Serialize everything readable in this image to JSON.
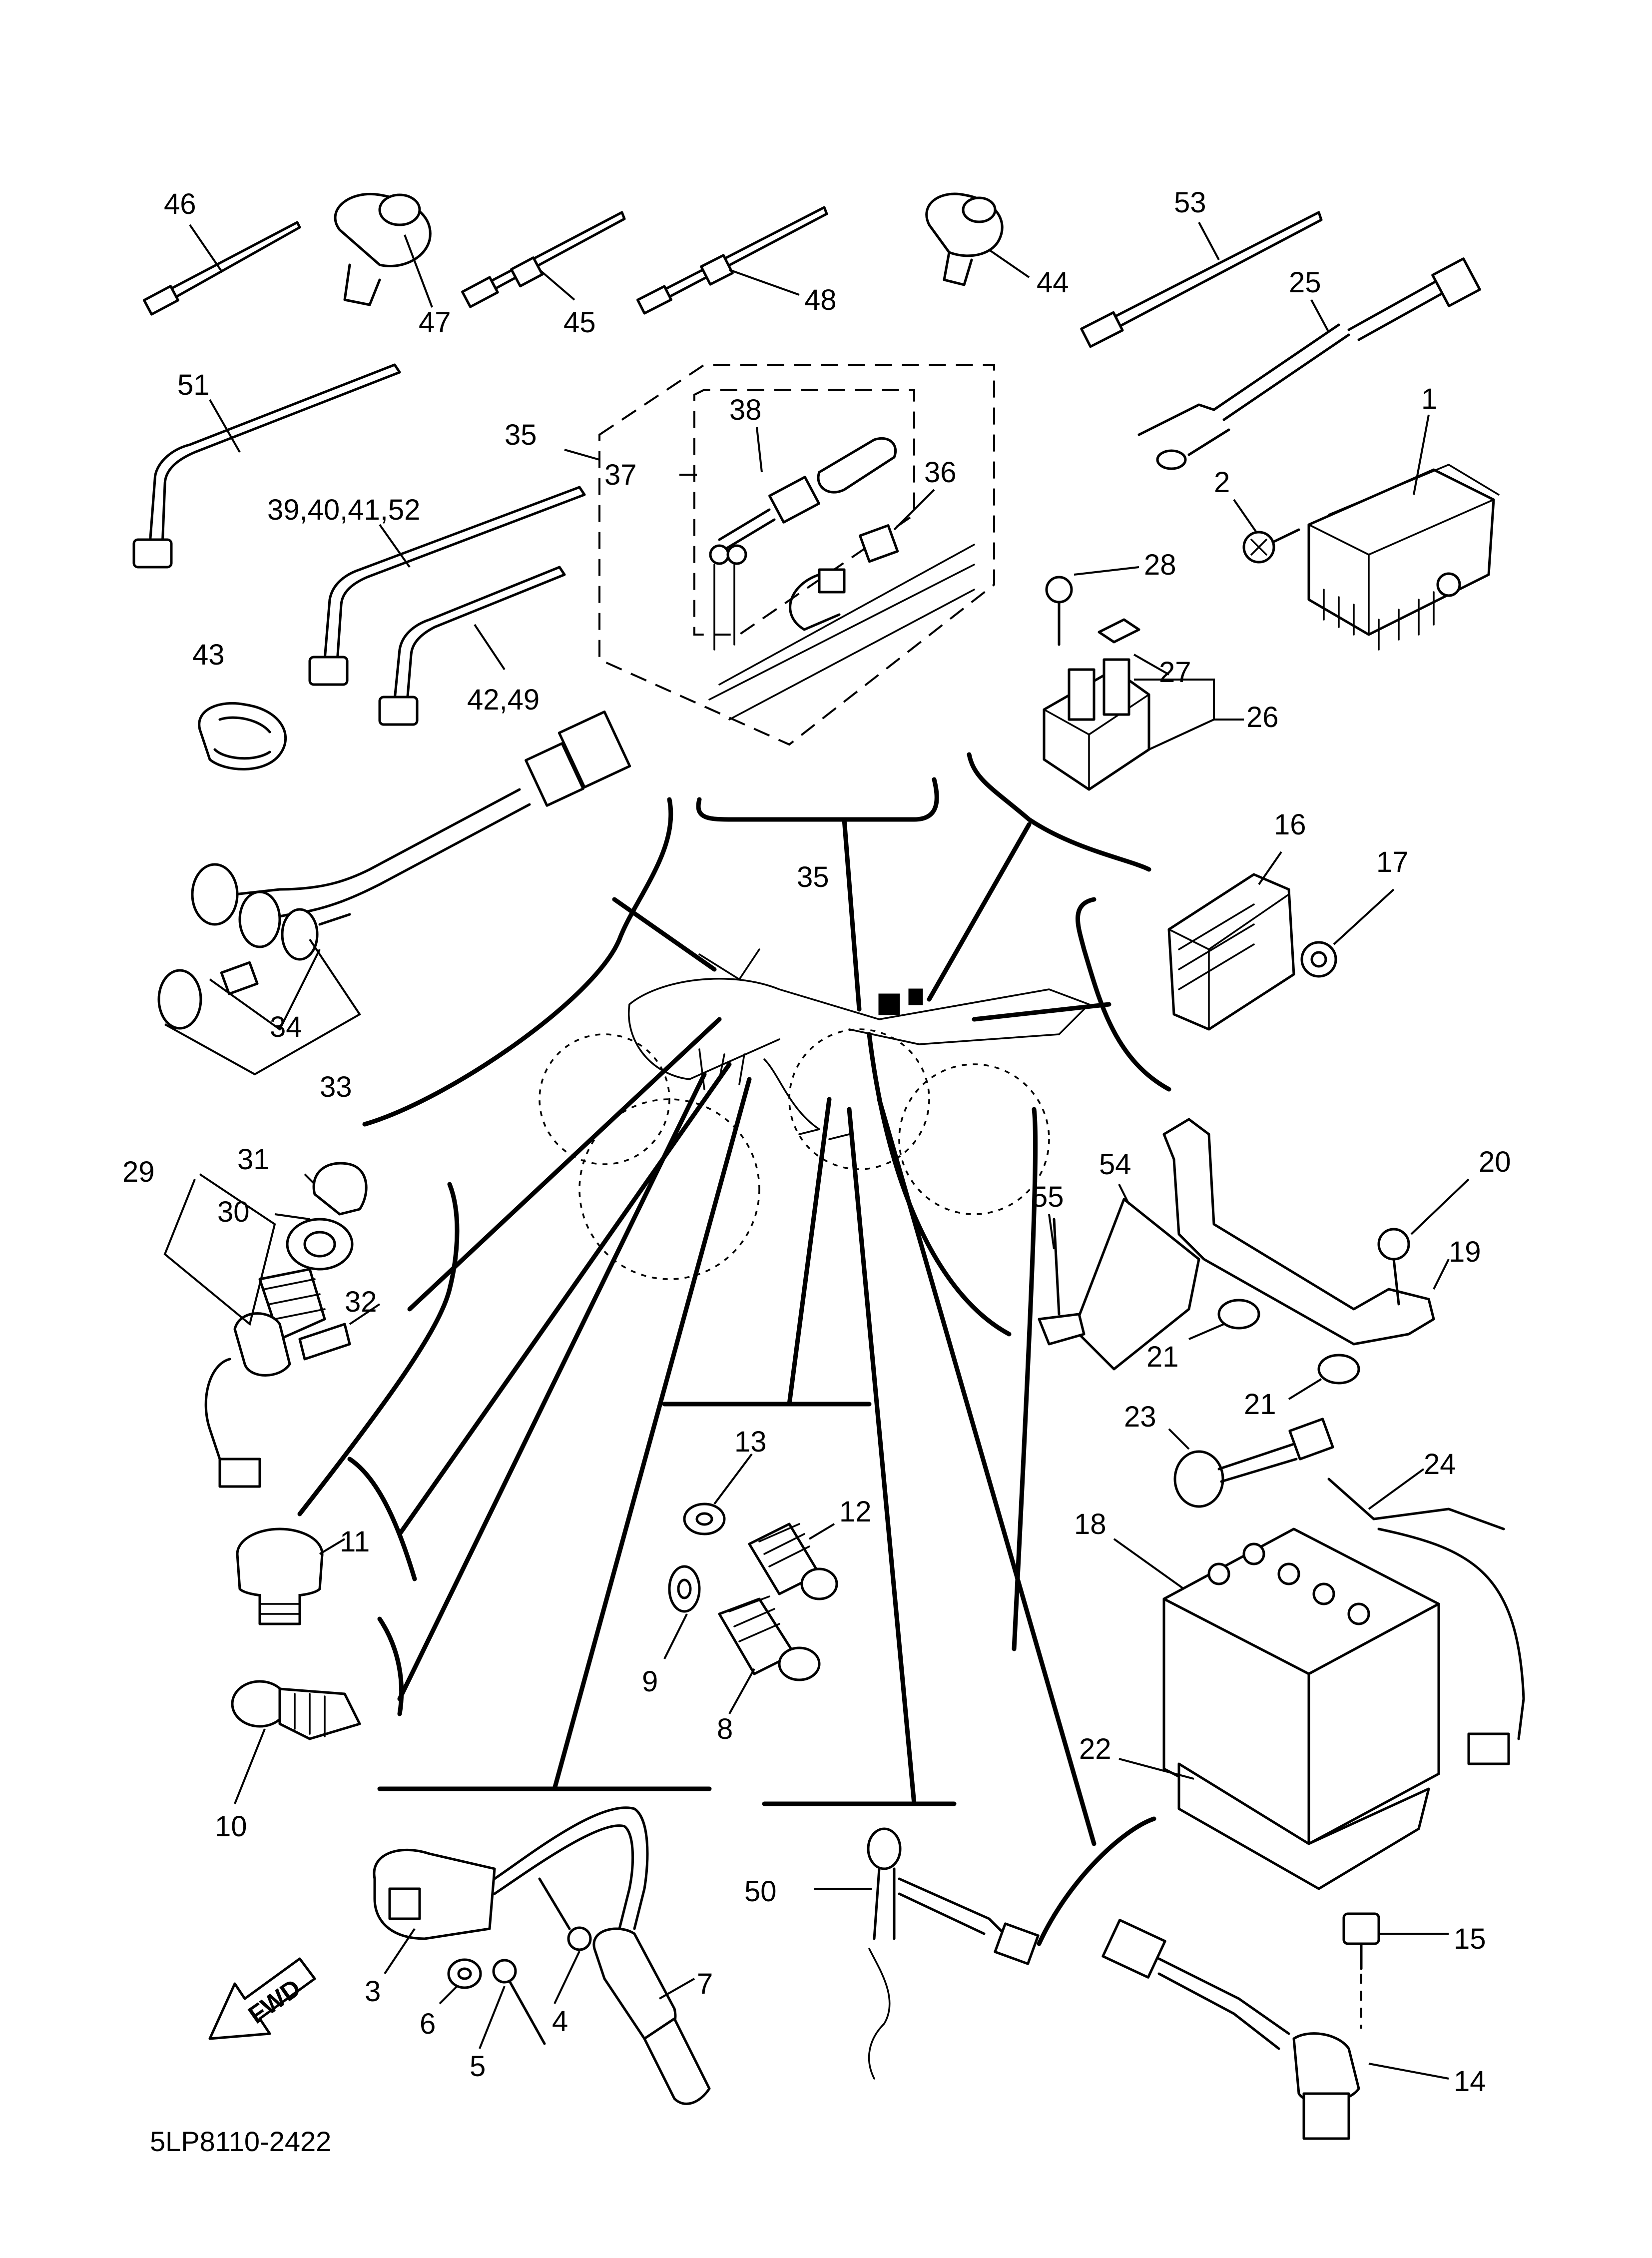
{
  "diagram_code": "5LP8110-2422",
  "fwd_label": "FWD",
  "callouts": {
    "c1": "1",
    "c2": "2",
    "c3": "3",
    "c4": "4",
    "c5": "5",
    "c6": "6",
    "c7": "7",
    "c8": "8",
    "c9": "9",
    "c10": "10",
    "c11": "11",
    "c12": "12",
    "c13": "13",
    "c14": "14",
    "c15": "15",
    "c16": "16",
    "c17": "17",
    "c18": "18",
    "c19": "19",
    "c20": "20",
    "c21a": "21",
    "c21b": "21",
    "c22": "22",
    "c23": "23",
    "c24": "24",
    "c25": "25",
    "c26": "26",
    "c27": "27",
    "c28": "28",
    "c29": "29",
    "c30": "30",
    "c31": "31",
    "c32": "32",
    "c33": "33",
    "c34": "34",
    "c35a": "35",
    "c35b": "35",
    "c36": "36",
    "c37": "37",
    "c38": "38",
    "c39": "39,40,41,52",
    "c42": "42,49",
    "c43": "43",
    "c44": "44",
    "c45": "45",
    "c46": "46",
    "c47": "47",
    "c48": "48",
    "c50": "50",
    "c51": "51",
    "c53": "53",
    "c54": "54",
    "c55": "55"
  }
}
